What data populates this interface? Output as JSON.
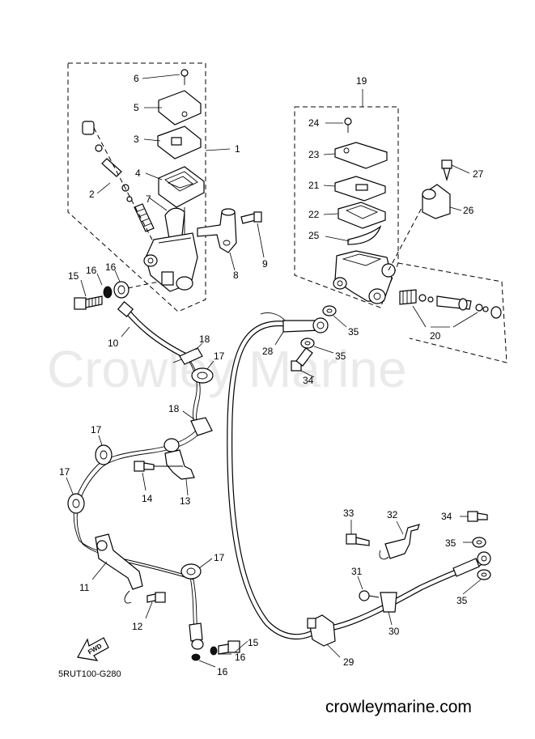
{
  "watermark": "Crowley Marine",
  "drawing_code": "5RUT100-G280",
  "website": "crowleymarine.com",
  "fwd_label": "FWD",
  "callouts": [
    {
      "n": "1"
    },
    {
      "n": "2"
    },
    {
      "n": "3"
    },
    {
      "n": "4"
    },
    {
      "n": "5"
    },
    {
      "n": "6"
    },
    {
      "n": "7"
    },
    {
      "n": "8"
    },
    {
      "n": "9"
    },
    {
      "n": "10"
    },
    {
      "n": "11"
    },
    {
      "n": "12"
    },
    {
      "n": "13"
    },
    {
      "n": "14"
    },
    {
      "n": "15"
    },
    {
      "n": "15"
    },
    {
      "n": "16"
    },
    {
      "n": "16"
    },
    {
      "n": "16"
    },
    {
      "n": "16"
    },
    {
      "n": "17"
    },
    {
      "n": "17"
    },
    {
      "n": "17"
    },
    {
      "n": "17"
    },
    {
      "n": "18"
    },
    {
      "n": "18"
    },
    {
      "n": "19"
    },
    {
      "n": "20"
    },
    {
      "n": "21"
    },
    {
      "n": "22"
    },
    {
      "n": "23"
    },
    {
      "n": "24"
    },
    {
      "n": "25"
    },
    {
      "n": "26"
    },
    {
      "n": "27"
    },
    {
      "n": "28"
    },
    {
      "n": "29"
    },
    {
      "n": "30"
    },
    {
      "n": "31"
    },
    {
      "n": "32"
    },
    {
      "n": "33"
    },
    {
      "n": "34"
    },
    {
      "n": "34"
    },
    {
      "n": "35"
    },
    {
      "n": "35"
    },
    {
      "n": "35"
    },
    {
      "n": "35"
    }
  ]
}
